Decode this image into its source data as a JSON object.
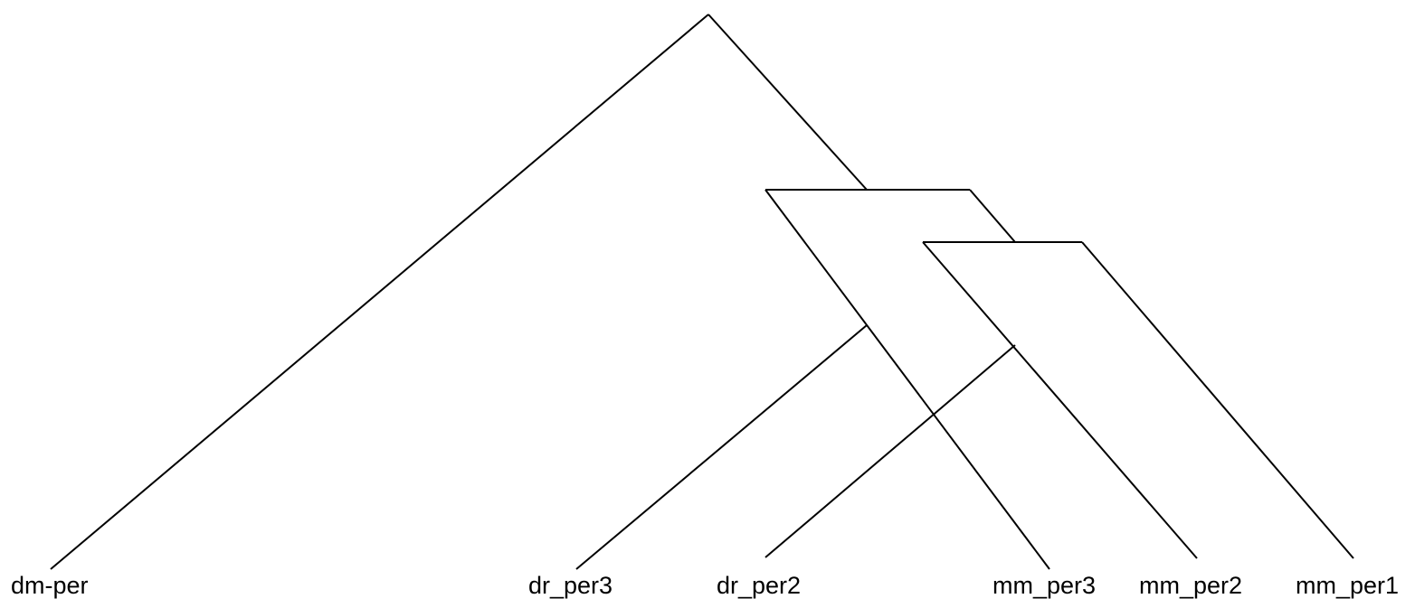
{
  "diagram": {
    "type": "tree",
    "line_color": "#000000",
    "leaves": [
      {
        "id": "dm",
        "label": "dm-per"
      },
      {
        "id": "dr3",
        "label": "dr_per3"
      },
      {
        "id": "dr2",
        "label": "dr_per2"
      },
      {
        "id": "mm3",
        "label": "mm_per3"
      },
      {
        "id": "mm2",
        "label": "mm_per2"
      },
      {
        "id": "mm1",
        "label": "mm_per1"
      }
    ]
  }
}
